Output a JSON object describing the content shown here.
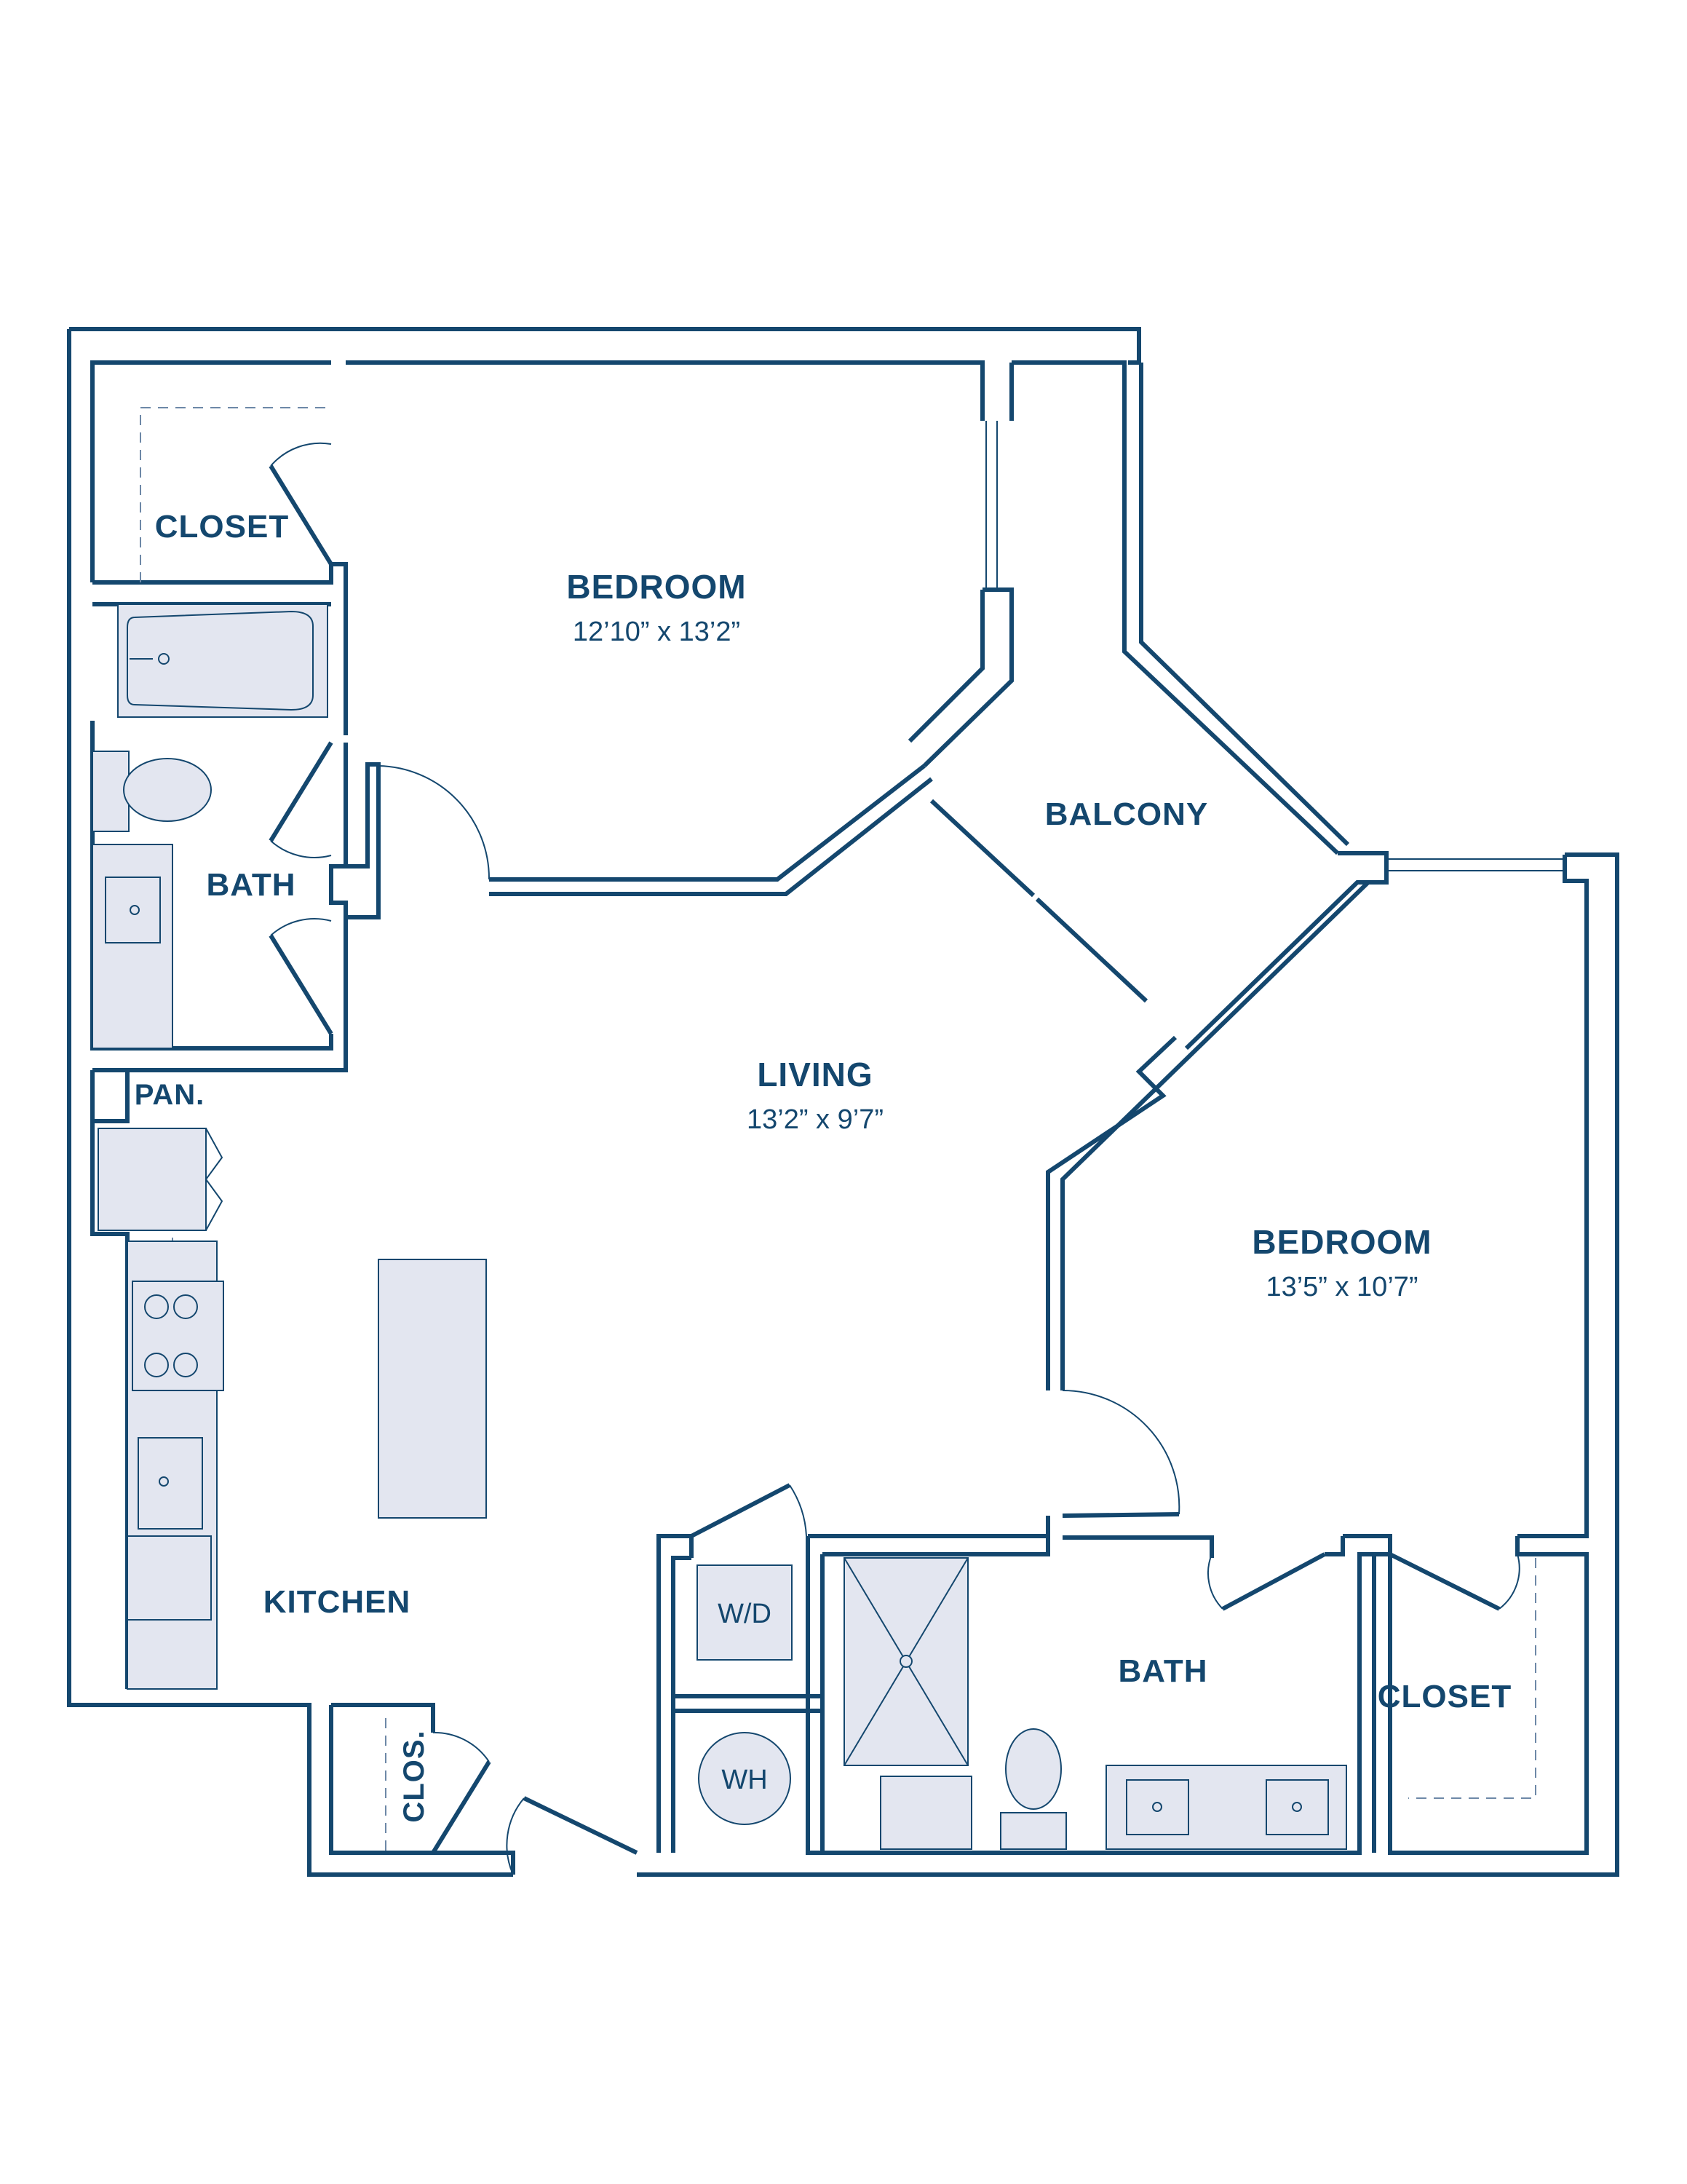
{
  "colors": {
    "wall": "#14476e",
    "fixture_fill": "#e3e6f0",
    "fixture_stroke": "#14476e",
    "background": "#ffffff"
  },
  "rooms": {
    "bedroom_1": {
      "name": "BEDROOM",
      "dimensions": "12’10” x 13’2”"
    },
    "bedroom_2": {
      "name": "BEDROOM",
      "dimensions": "13’5” x 10’7”"
    },
    "living": {
      "name": "LIVING",
      "dimensions": "13’2” x 9’7”"
    },
    "balcony": {
      "name": "BALCONY"
    },
    "closet_1": {
      "name": "CLOSET"
    },
    "closet_2": {
      "name": "CLOSET"
    },
    "bath_1": {
      "name": "BATH"
    },
    "bath_2": {
      "name": "BATH"
    },
    "kitchen": {
      "name": "KITCHEN"
    },
    "pantry": {
      "name": "PAN."
    },
    "small_closet": {
      "name": "CLOS."
    }
  },
  "fixtures": {
    "washer_dryer": "W/D",
    "water_heater": "WH"
  }
}
